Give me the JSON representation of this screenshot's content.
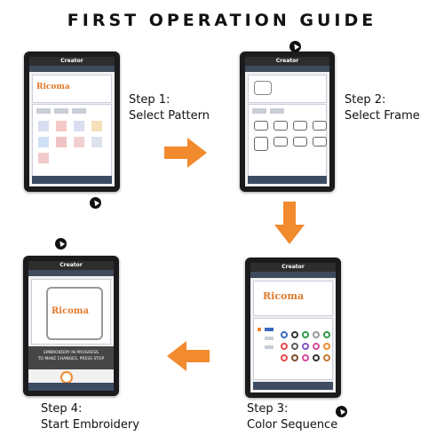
{
  "header": {
    "title": "FIRST OPERATION GUIDE"
  },
  "brand": "Creator",
  "steps": [
    {
      "line1": "Step 1:",
      "line2": "Select Pattern"
    },
    {
      "line1": "Step 2:",
      "line2": "Select Frame"
    },
    {
      "line1": "Step 3:",
      "line2": "Color Sequence"
    },
    {
      "line1": "Step 4:",
      "line2": "Start Embroidery"
    }
  ],
  "screens": {
    "s1_logo": "Ricoma",
    "s3_logo": "Ricoma",
    "s4_logo": "Ricoma",
    "s4_overlay": "EMBROIDERY IN PROGRESS",
    "s4_overlay2": "TO MAKE CHANGES, PRESS STOP"
  },
  "colors": {
    "accent": "#f28a2e",
    "device": "#1b1b1d"
  },
  "icons": [
    "arrow-right-icon",
    "arrow-down-icon",
    "arrow-left-icon",
    "pointer-cursor-icon"
  ]
}
